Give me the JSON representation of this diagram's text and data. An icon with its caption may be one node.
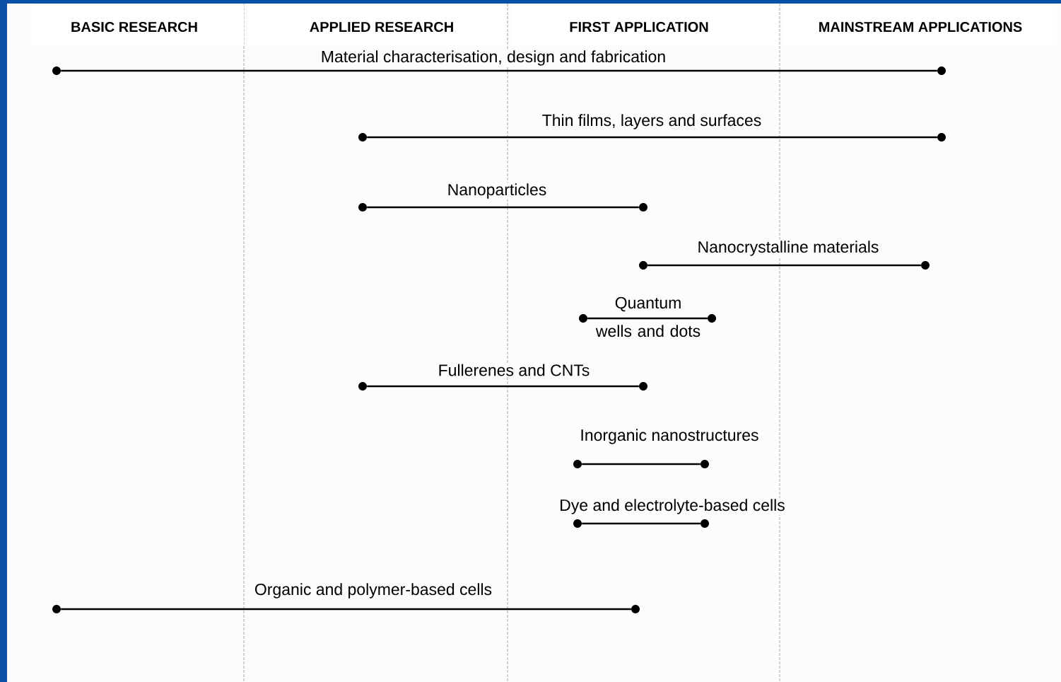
{
  "diagram": {
    "nodes": [
      {
        "text": [],
        "shape": "circle"
      },
      {
        "text": [],
        "shape": "circle"
      },
      {
        "text": [],
        "shape": "circle"
      },
      {
        "text": [],
        "shape": "circle"
      },
      {
        "text": [],
        "shape": "circle"
      },
      {
        "text": [],
        "shape": "circle"
      },
      {
        "text": [],
        "shape": "circle"
      },
      {
        "text": [],
        "shape": "circle"
      },
      {
        "text": [],
        "shape": "circle"
      },
      {
        "text": [],
        "shape": "circle"
      },
      {
        "text": [],
        "shape": "circle"
      },
      {
        "text": [],
        "shape": "circle"
      },
      {
        "text": [],
        "shape": "circle"
      },
      {
        "text": [],
        "shape": "circle"
      },
      {
        "text": [],
        "shape": "circle"
      },
      {
        "text": [],
        "shape": "circle"
      },
      {
        "text": [],
        "shape": "circle"
      },
      {
        "text": [],
        "shape": "circle"
      }
    ],
    "edges": [
      {
        "from": 0,
        "to": 1,
        "arrow": "none",
        "label": "Material characterisation, design and fabrication"
      },
      {
        "from": 2,
        "to": 3,
        "arrow": "none",
        "label": "Thin films, layers and surfaces"
      },
      {
        "from": 4,
        "to": 5,
        "arrow": "none",
        "label": "Nanoparticles"
      },
      {
        "from": 6,
        "to": 7,
        "arrow": "none",
        "label": "Nanocrystalline materials"
      },
      {
        "from": 8,
        "to": 9,
        "arrow": "none",
        "label": "Quantum wells and dots"
      },
      {
        "from": 10,
        "to": 11,
        "arrow": "none",
        "label": "Fullerenes and CNTs"
      },
      {
        "from": 12,
        "to": 13,
        "arrow": "none",
        "label": "Inorganic nanostructures"
      },
      {
        "from": 14,
        "to": 15,
        "arrow": "none",
        "label": "Dye and electrolyte-based cells"
      },
      {
        "from": 16,
        "to": 17,
        "arrow": "none",
        "label": "Organic and polymer-based cells"
      }
    ],
    "labels": [
      "BASIC RESEARCH",
      "APPLIED RESEARCH",
      "FIRST APPLICATION",
      "MAINSTREAM APPLICATIONS"
    ]
  }
}
